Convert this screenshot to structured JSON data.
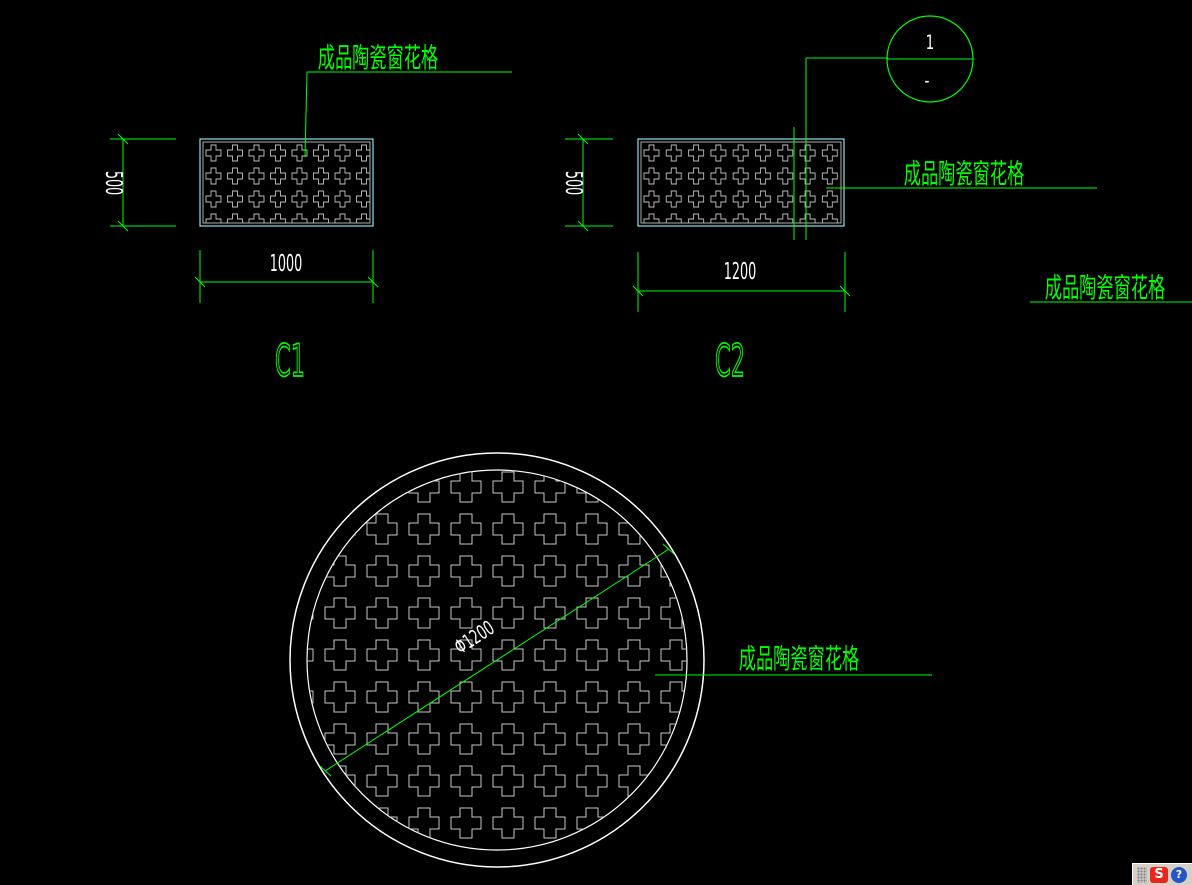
{
  "drawing": {
    "line_color": "#00ff00",
    "frame_color": "#8be3e8",
    "pattern_color": "#c0c0c0",
    "outline_color": "#ffffff",
    "text_color": "#00ff00",
    "leader_note": "成品陶瓷窗花格",
    "windows": [
      {
        "id": "C1",
        "label": "C1",
        "width_dim": "1000",
        "height_dim": "500"
      },
      {
        "id": "C2",
        "label": "C2",
        "width_dim": "1200",
        "height_dim": "500"
      }
    ],
    "round_window": {
      "diameter_dim": "Φ1200"
    },
    "section_marker": {
      "number": "1",
      "sheet": "-"
    }
  },
  "tray": {
    "ime_icon": "sogou-ime-icon",
    "ime_glyph": "S",
    "help_icon": "help-icon",
    "help_glyph": "?"
  }
}
